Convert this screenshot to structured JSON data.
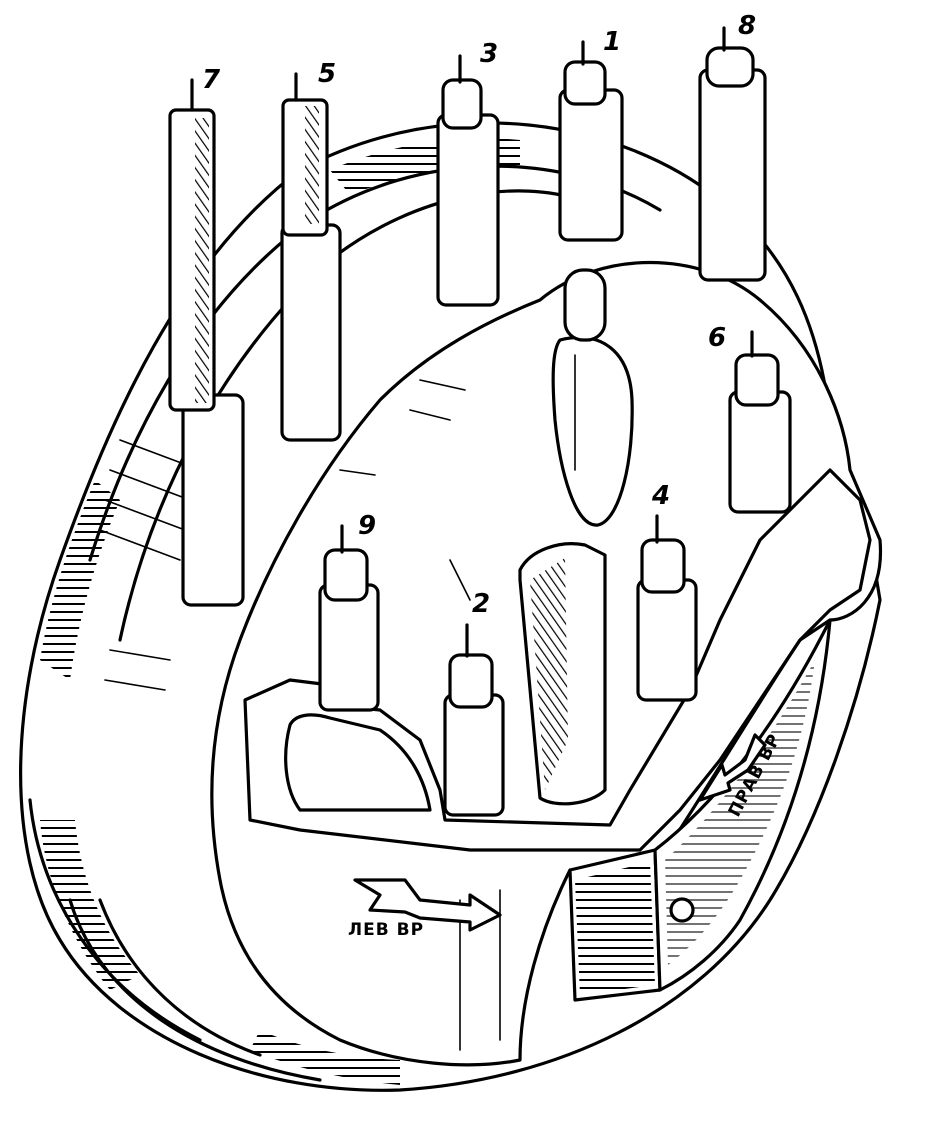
{
  "figure": {
    "labels": [
      "1",
      "2",
      "3",
      "4",
      "5",
      "6",
      "7",
      "8",
      "9"
    ],
    "direction_left": "ЛЕВ ВР",
    "direction_right": "ПРАВ ВР"
  }
}
